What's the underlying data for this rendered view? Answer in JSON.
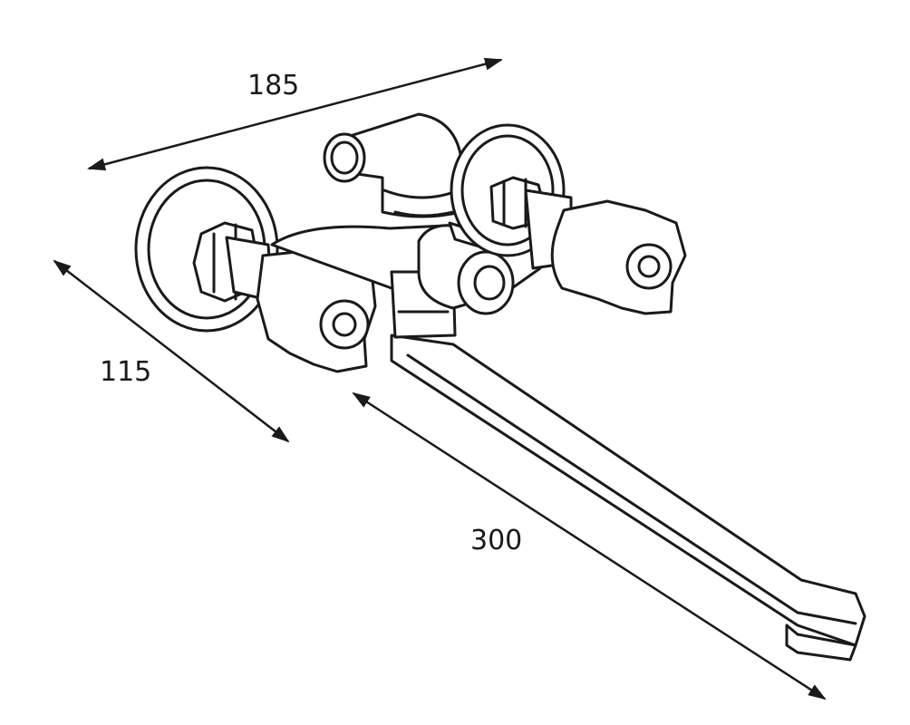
{
  "dimensions": {
    "width": "185",
    "depth": "115",
    "spout_length": "300"
  },
  "colors": {
    "line": "#1a1a1a",
    "background": "#ffffff"
  }
}
